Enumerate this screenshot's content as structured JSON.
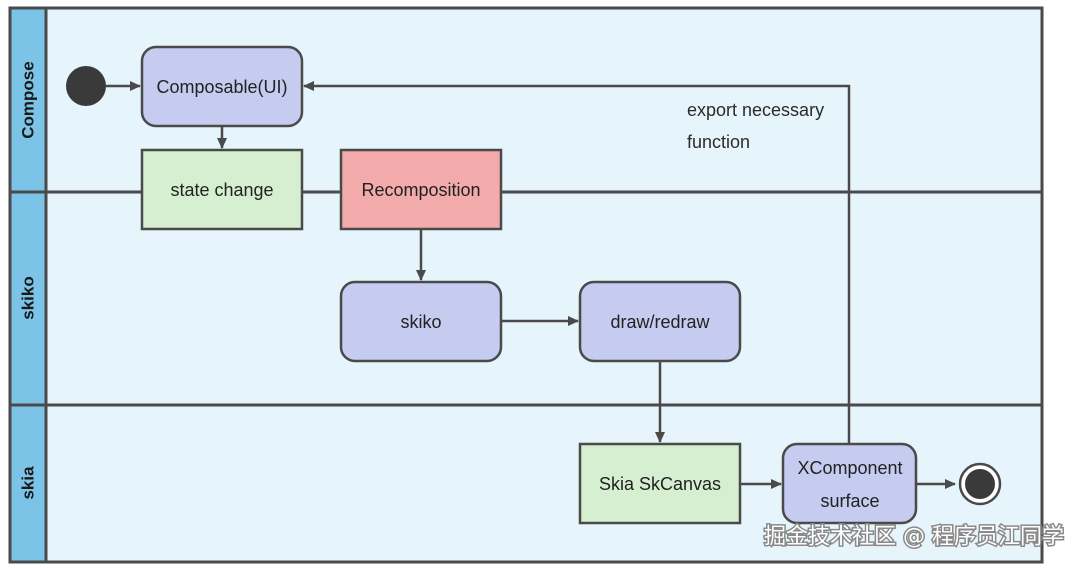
{
  "lanes": [
    {
      "id": "compose",
      "label": "Compose"
    },
    {
      "id": "skiko",
      "label": "skiko"
    },
    {
      "id": "skia",
      "label": "skia"
    }
  ],
  "nodes": {
    "composable": "Composable(UI)",
    "state_change": "state change",
    "recomposition": "Recomposition",
    "skiko": "skiko",
    "draw_redraw": "draw/redraw",
    "skia_skcanvas": "Skia SkCanvas",
    "xcomponent_line1": "XComponent",
    "xcomponent_line2": "surface"
  },
  "note": {
    "line1": "export necessary",
    "line2": "function"
  },
  "watermark": "掘金技术社区 @ 程序员江同学",
  "colors": {
    "lane_bg": "#e6f4fb",
    "lane_header": "#7cc3e8",
    "border": "#4a4a4a",
    "purple_node": "#c6cbf0",
    "green_node": "#d5efd0",
    "red_node": "#f2aaaa",
    "edge": "#4a4a4a"
  }
}
